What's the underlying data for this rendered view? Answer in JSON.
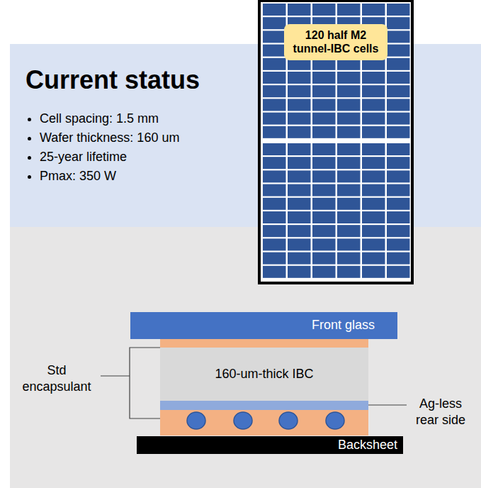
{
  "diagram": {
    "title": "Current status",
    "nodes": [
      {
        "text": [
          "120 half M2 tunnel-IBC cells"
        ]
      },
      {
        "text": [
          "Front glass"
        ]
      },
      {
        "text": [
          "160-um-thick IBC"
        ]
      },
      {
        "text": [
          "Backsheet"
        ]
      }
    ],
    "labels": [
      "Cell spacing: 1.5 mm",
      "Wafer thickness: 160 um",
      "25-year lifetime",
      "Pmax: 350 W",
      "Std encapsulant",
      "Ag-less rear side"
    ]
  }
}
